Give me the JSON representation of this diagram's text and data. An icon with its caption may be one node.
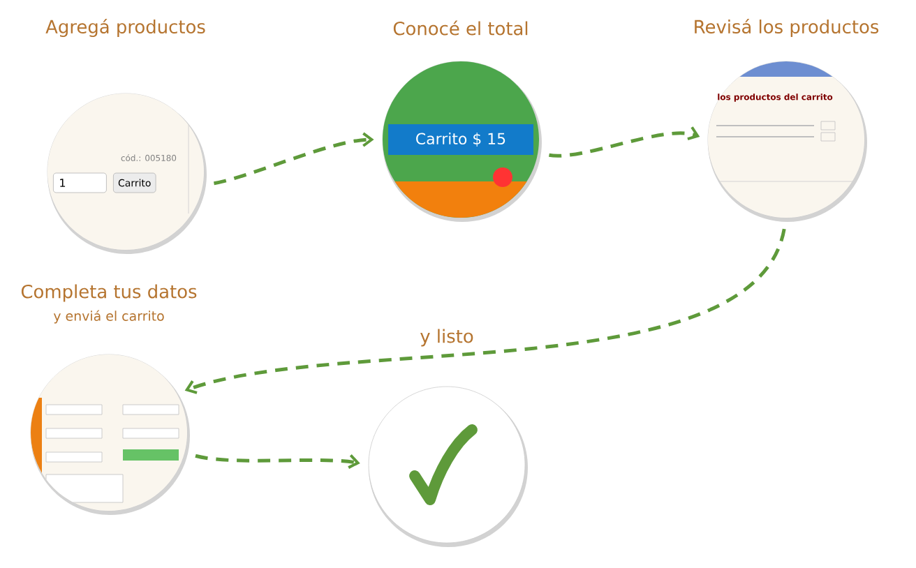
{
  "diagram": {
    "nodes": [
      {
        "text": [
          "Agregá productos"
        ]
      },
      {
        "text": [
          "Conocé el total"
        ]
      },
      {
        "text": [
          "Revisá los productos"
        ]
      },
      {
        "text": [
          "Completa tus datos",
          "y enviá el carrito"
        ]
      },
      {
        "text": [
          "y listo"
        ]
      }
    ],
    "edges": [
      {
        "from": 0,
        "to": 1,
        "arrow": "to"
      },
      {
        "from": 1,
        "to": 2,
        "arrow": "to"
      },
      {
        "from": 2,
        "to": 3,
        "arrow": "to"
      },
      {
        "from": 3,
        "to": 4,
        "arrow": "to"
      }
    ],
    "labels": [
      "cód.: 005180",
      "1",
      "Carrito",
      "Carrito $ 15",
      "los productos del carrito"
    ]
  }
}
